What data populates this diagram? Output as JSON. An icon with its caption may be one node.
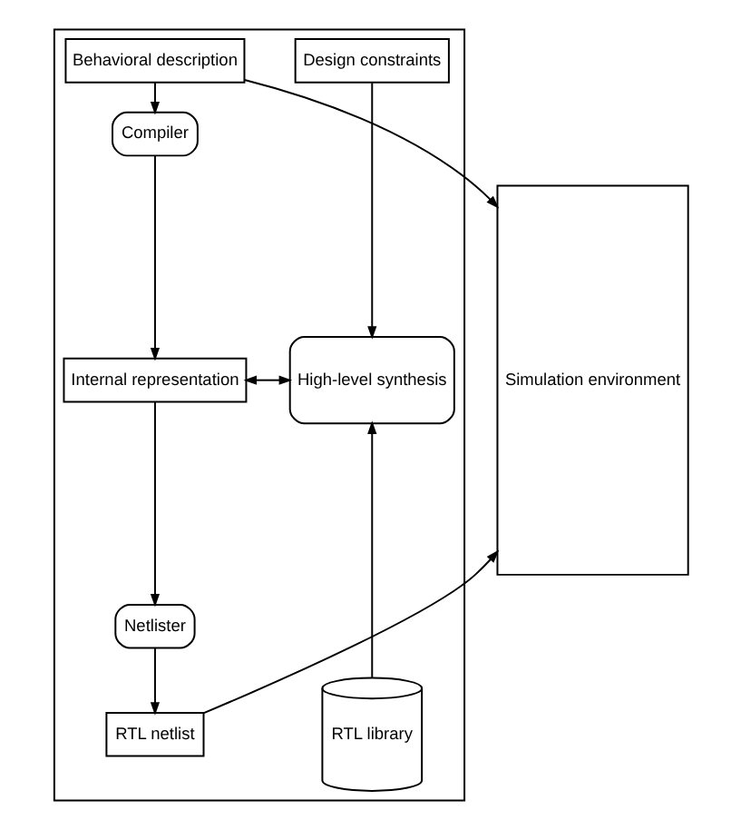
{
  "diagram": {
    "nodes": [
      {
        "text": [
          "Simulation environment"
        ]
      },
      {
        "text": [],
        "shape": "box"
      },
      {
        "text": [
          "Behavioral description"
        ],
        "in": 1
      },
      {
        "text": [
          "Design constraints"
        ],
        "in": 1
      },
      {
        "text": [
          "Compiler"
        ],
        "in": 1
      },
      {
        "text": [
          "Internal representation"
        ],
        "in": 1
      },
      {
        "text": [
          "High-level synthesis"
        ],
        "in": 1
      },
      {
        "text": [
          "Netlister"
        ],
        "in": 1
      },
      {
        "text": [
          "RTL netlist"
        ],
        "in": 1
      },
      {
        "text": [
          "RTL library"
        ],
        "in": 1
      }
    ],
    "edges": [
      {
        "from": 2,
        "to": 0,
        "arrow": "to"
      },
      {
        "from": 2,
        "to": 4,
        "arrow": "to"
      },
      {
        "from": 3,
        "to": 6,
        "arrow": "to"
      },
      {
        "from": 4,
        "to": 5,
        "arrow": "to"
      },
      {
        "from": 5,
        "to": 6,
        "arrow": "both"
      },
      {
        "from": 5,
        "to": 7,
        "arrow": "to"
      },
      {
        "from": 9,
        "to": 6,
        "arrow": "to"
      },
      {
        "from": 7,
        "to": 8,
        "arrow": "to"
      },
      {
        "from": 8,
        "to": 0,
        "arrow": "to"
      }
    ]
  }
}
